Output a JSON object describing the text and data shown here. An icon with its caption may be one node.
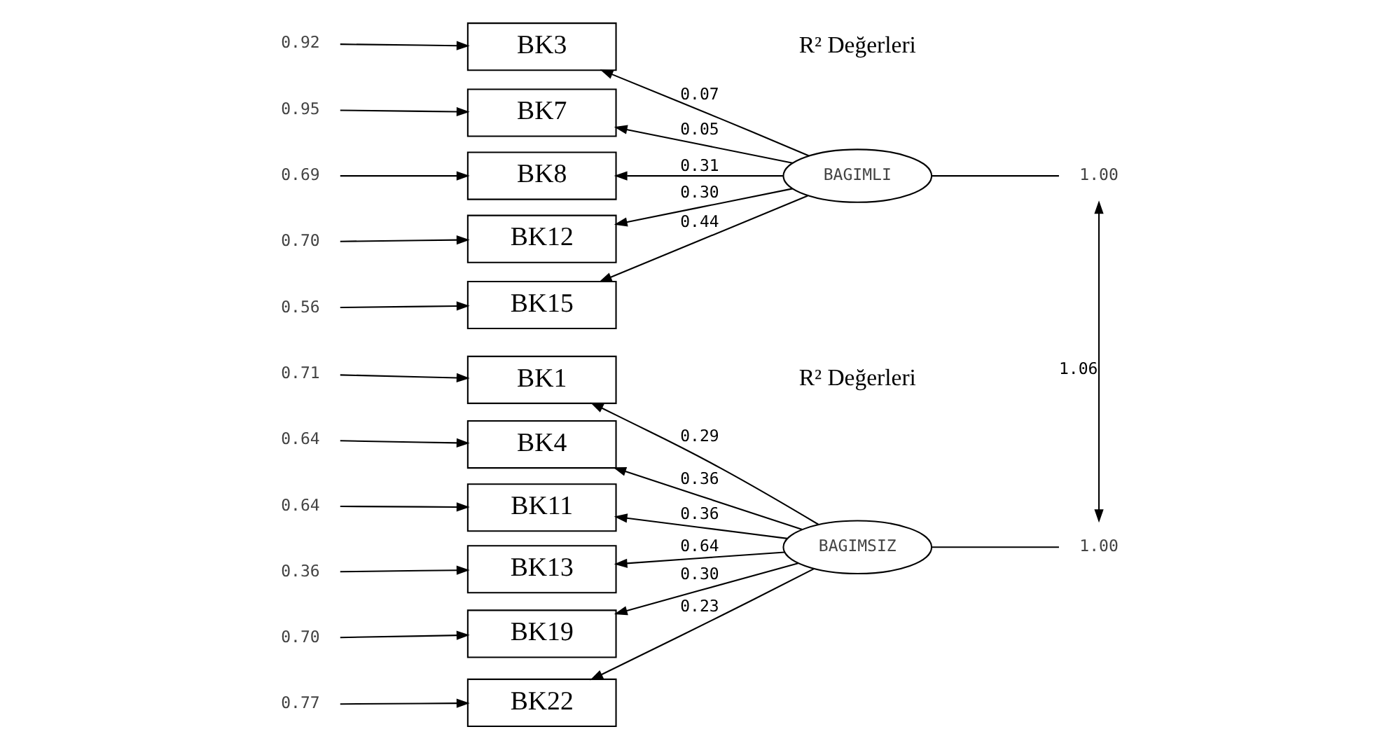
{
  "diagram": {
    "nodes": [
      {
        "text": [
          "0.92"
        ]
      },
      {
        "text": [
          "0.95"
        ]
      },
      {
        "text": [
          "0.69"
        ]
      },
      {
        "text": [
          "0.70"
        ]
      },
      {
        "text": [
          "0.56"
        ]
      },
      {
        "text": [
          "0.71"
        ]
      },
      {
        "text": [
          "0.64"
        ]
      },
      {
        "text": [
          "0.64"
        ]
      },
      {
        "text": [
          "0.36"
        ]
      },
      {
        "text": [
          "0.70"
        ]
      },
      {
        "text": [
          "0.77"
        ]
      },
      {
        "text": [
          "BK3"
        ]
      },
      {
        "text": [
          "BK7"
        ]
      },
      {
        "text": [
          "BK8"
        ]
      },
      {
        "text": [
          "BK12"
        ]
      },
      {
        "text": [
          "BK15"
        ]
      },
      {
        "text": [
          "BK1"
        ]
      },
      {
        "text": [
          "BK4"
        ]
      },
      {
        "text": [
          "BK11"
        ]
      },
      {
        "text": [
          "BK13"
        ]
      },
      {
        "text": [
          "BK19"
        ]
      },
      {
        "text": [
          "BK22"
        ]
      },
      {
        "text": [
          "BAGIMLI"
        ]
      },
      {
        "text": [
          "1.00"
        ]
      },
      {
        "text": [
          "BAGIMSIZ"
        ]
      },
      {
        "text": [
          "1.00"
        ]
      }
    ],
    "edges": [
      {
        "from": 0,
        "to": 11,
        "arrow": "to"
      },
      {
        "from": 1,
        "to": 12,
        "arrow": "to"
      },
      {
        "from": 2,
        "to": 13,
        "arrow": "to"
      },
      {
        "from": 3,
        "to": 14,
        "arrow": "to"
      },
      {
        "from": 4,
        "to": 15,
        "arrow": "to"
      },
      {
        "from": 5,
        "to": 16,
        "arrow": "to"
      },
      {
        "from": 6,
        "to": 17,
        "arrow": "to"
      },
      {
        "from": 7,
        "to": 18,
        "arrow": "to"
      },
      {
        "from": 8,
        "to": 19,
        "arrow": "to"
      },
      {
        "from": 9,
        "to": 20,
        "arrow": "to"
      },
      {
        "from": 10,
        "to": 21,
        "arrow": "to"
      },
      {
        "from": 22,
        "to": 11,
        "arrow": "to",
        "label": "0.07"
      },
      {
        "from": 22,
        "to": 12,
        "arrow": "to",
        "label": "0.05"
      },
      {
        "from": 22,
        "to": 13,
        "arrow": "to",
        "label": "0.31"
      },
      {
        "from": 22,
        "to": 14,
        "arrow": "to",
        "label": "0.30"
      },
      {
        "from": 22,
        "to": 15,
        "arrow": "to",
        "label": "0.44"
      },
      {
        "from": 24,
        "to": 16,
        "arrow": "to",
        "label": "0.29"
      },
      {
        "from": 24,
        "to": 17,
        "arrow": "to",
        "label": "0.36"
      },
      {
        "from": 24,
        "to": 18,
        "arrow": "to",
        "label": "0.36"
      },
      {
        "from": 24,
        "to": 19,
        "arrow": "to",
        "label": "0.64"
      },
      {
        "from": 24,
        "to": 20,
        "arrow": "to",
        "label": "0.30"
      },
      {
        "from": 24,
        "to": 21,
        "arrow": "to",
        "label": "0.23"
      },
      {
        "from": 22,
        "to": 23,
        "arrow": "none"
      },
      {
        "from": 24,
        "to": 25,
        "arrow": "none"
      },
      {
        "from": 23,
        "to": 25,
        "arrow": "both",
        "label": "1.06"
      }
    ],
    "labels": [
      "R² Değerleri",
      "R² Değerleri"
    ]
  }
}
